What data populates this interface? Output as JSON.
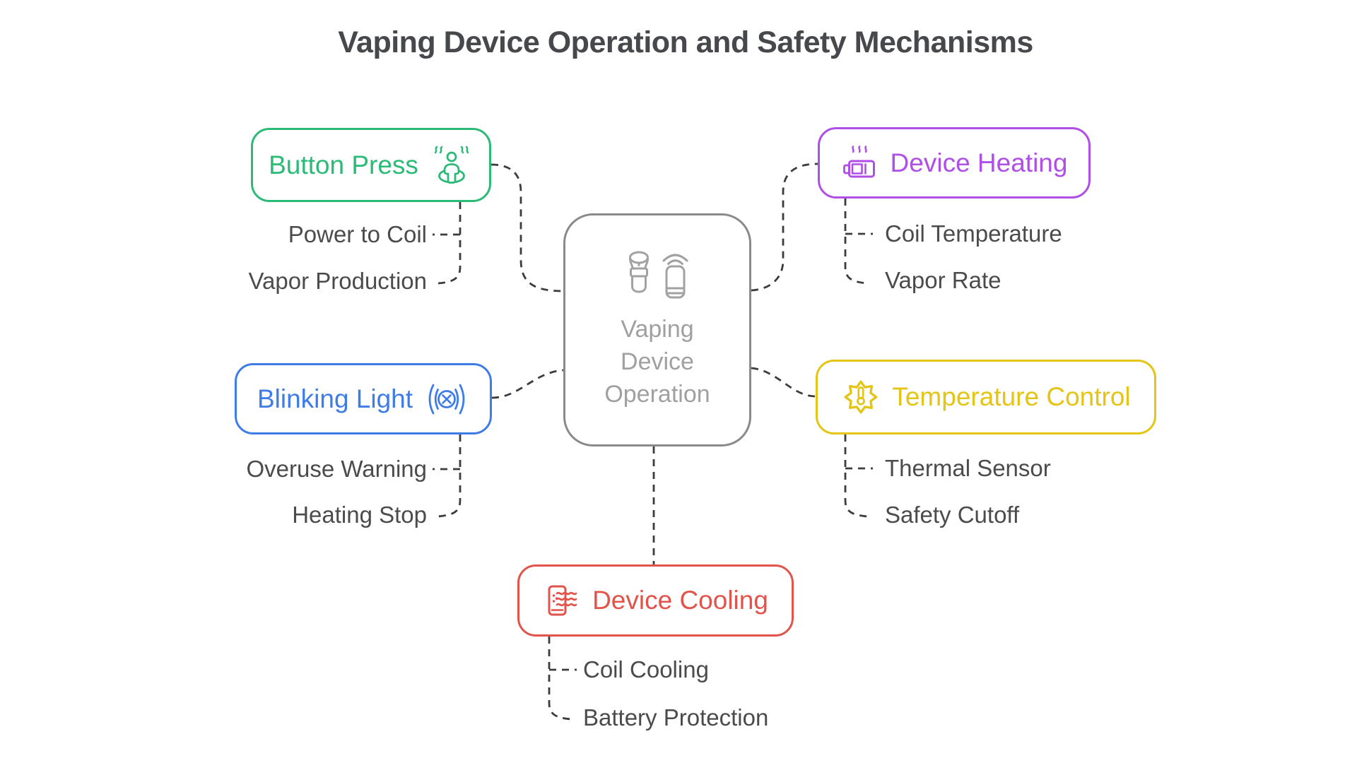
{
  "title": "Vaping Device Operation and Safety Mechanisms",
  "center": {
    "label": "Vaping Device Operation",
    "lines": [
      "Vaping",
      "Device",
      "Operation"
    ],
    "icon": "vape-device-icon",
    "border_color": "#8a8a8a",
    "text_color": "#a0a0a0"
  },
  "branches": [
    {
      "label": "Button Press",
      "color": "#2bbb77",
      "icon": "person-press-icon",
      "children": [
        "Power to Coil",
        "Vapor Production"
      ]
    },
    {
      "label": "Device Heating",
      "color": "#b04ee8",
      "icon": "battery-heat-icon",
      "children": [
        "Coil Temperature",
        "Vapor Rate"
      ]
    },
    {
      "label": "Blinking Light",
      "color": "#3e7ce8",
      "icon": "blinking-light-icon",
      "children": [
        "Overuse Warning",
        "Heating Stop"
      ]
    },
    {
      "label": "Temperature Control",
      "color": "#e4c414",
      "icon": "gear-thermometer-icon",
      "children": [
        "Thermal Sensor",
        "Safety Cutoff"
      ]
    },
    {
      "label": "Device Cooling",
      "color": "#e2544b",
      "icon": "airflow-icon",
      "children": [
        "Coil Cooling",
        "Battery Protection"
      ]
    }
  ],
  "connector_color": "#3c3c3c",
  "leaf_text_color": "#4b4b4b",
  "background_color": "#ffffff"
}
